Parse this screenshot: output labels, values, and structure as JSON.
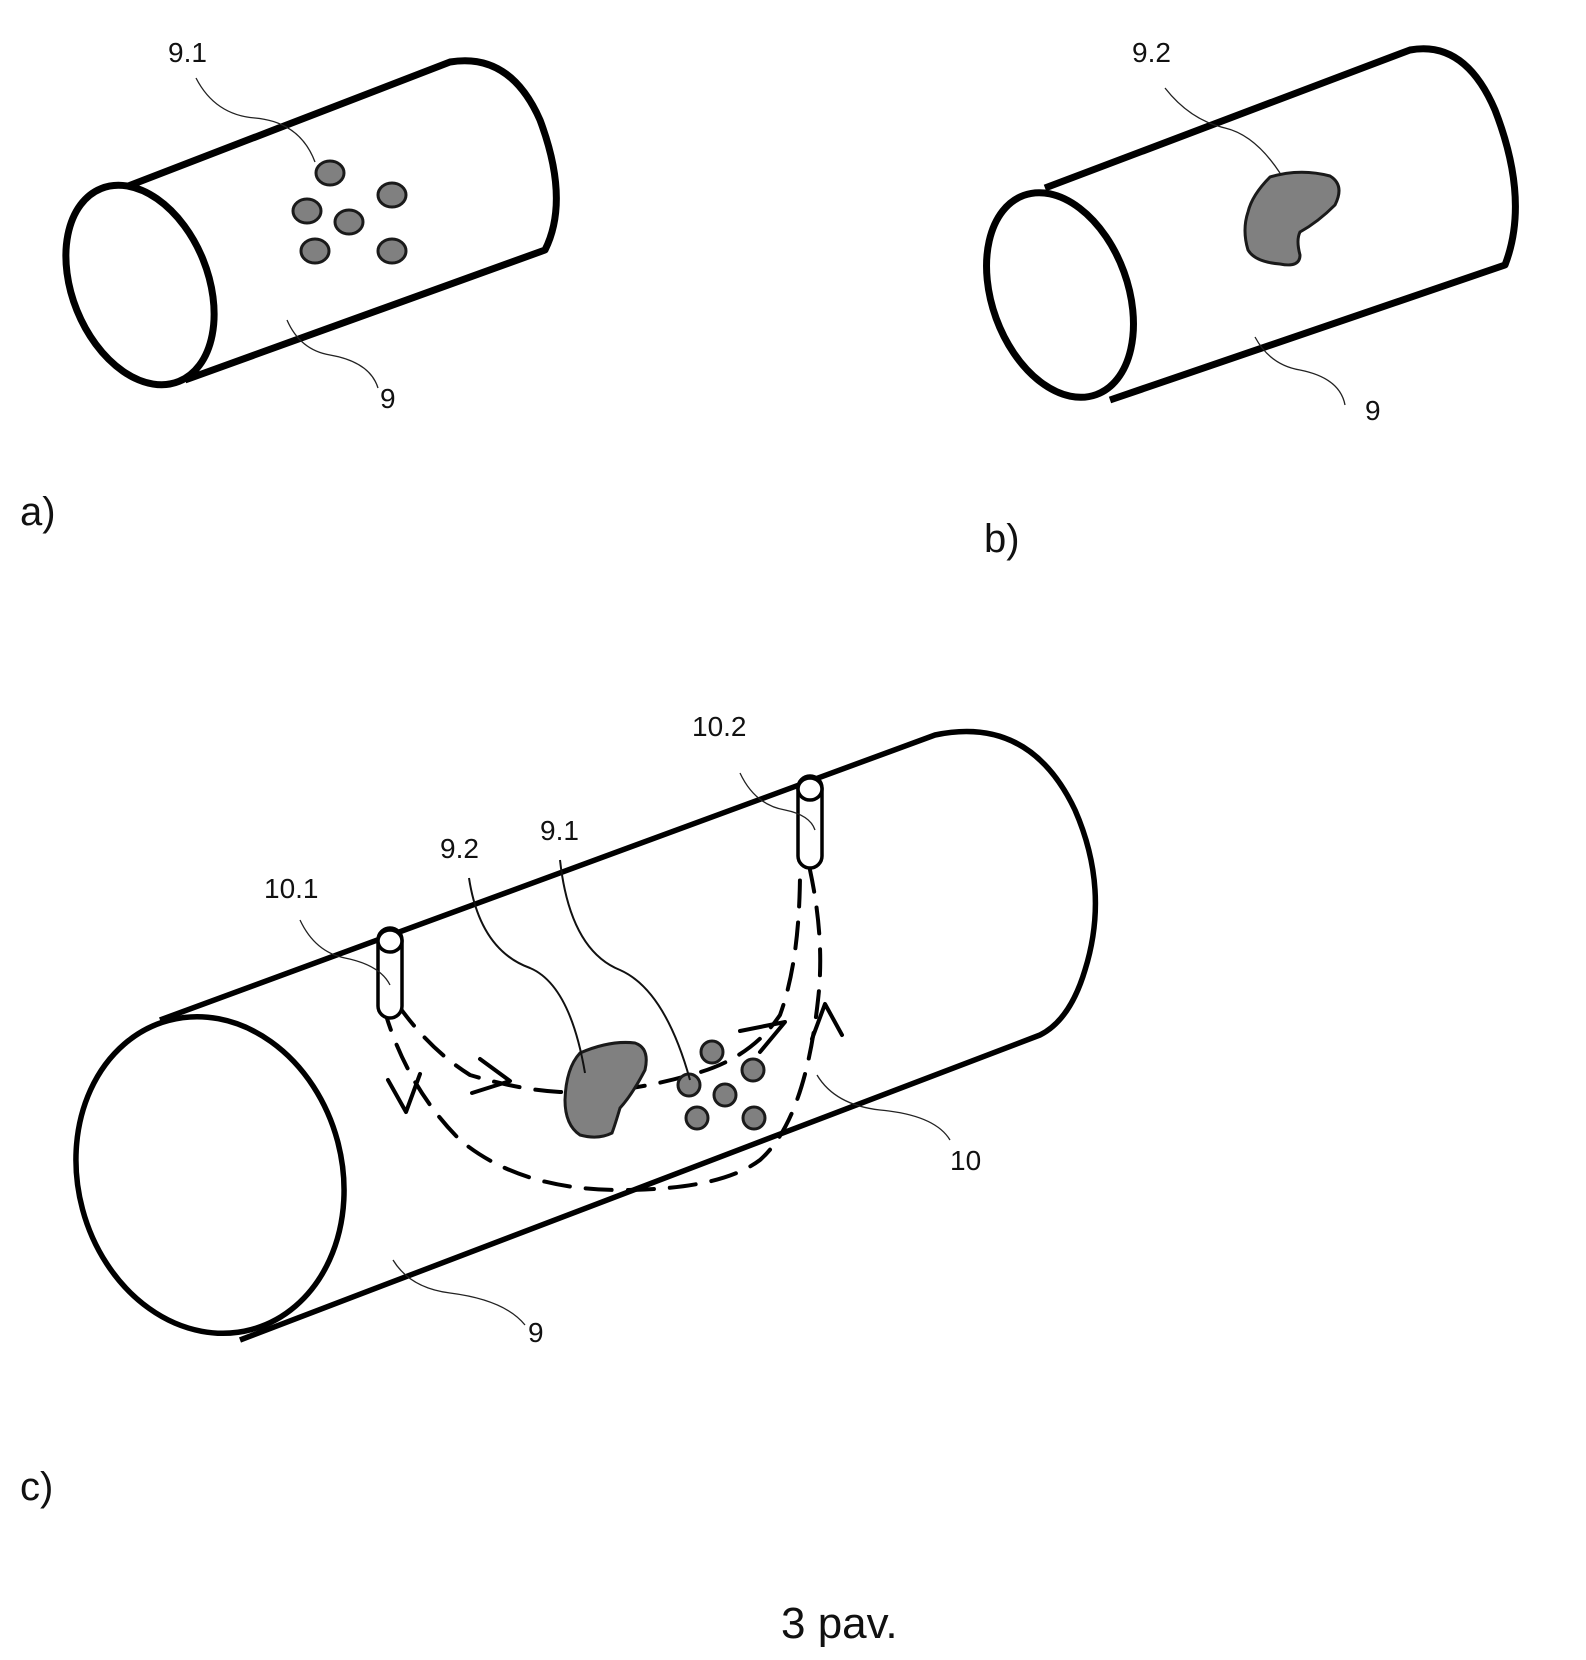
{
  "figure": {
    "caption": "3 pav.",
    "panels": [
      {
        "id": "a",
        "label": "a)",
        "references": {
          "pipe": "9",
          "defect_pitting": "9.1"
        },
        "pitting_spot_count": 6
      },
      {
        "id": "b",
        "label": "b)",
        "references": {
          "pipe": "9",
          "defect_patch": "9.2"
        }
      },
      {
        "id": "c",
        "label": "c)",
        "references": {
          "pipe": "9",
          "defect_pitting": "9.1",
          "defect_patch": "9.2",
          "signal_paths": "10",
          "sensor_1": "10.1",
          "sensor_2": "10.2"
        },
        "pitting_spot_count": 6
      }
    ],
    "colors": {
      "ink": "#000000",
      "defect_fill": "#808080",
      "background": "#ffffff"
    }
  }
}
